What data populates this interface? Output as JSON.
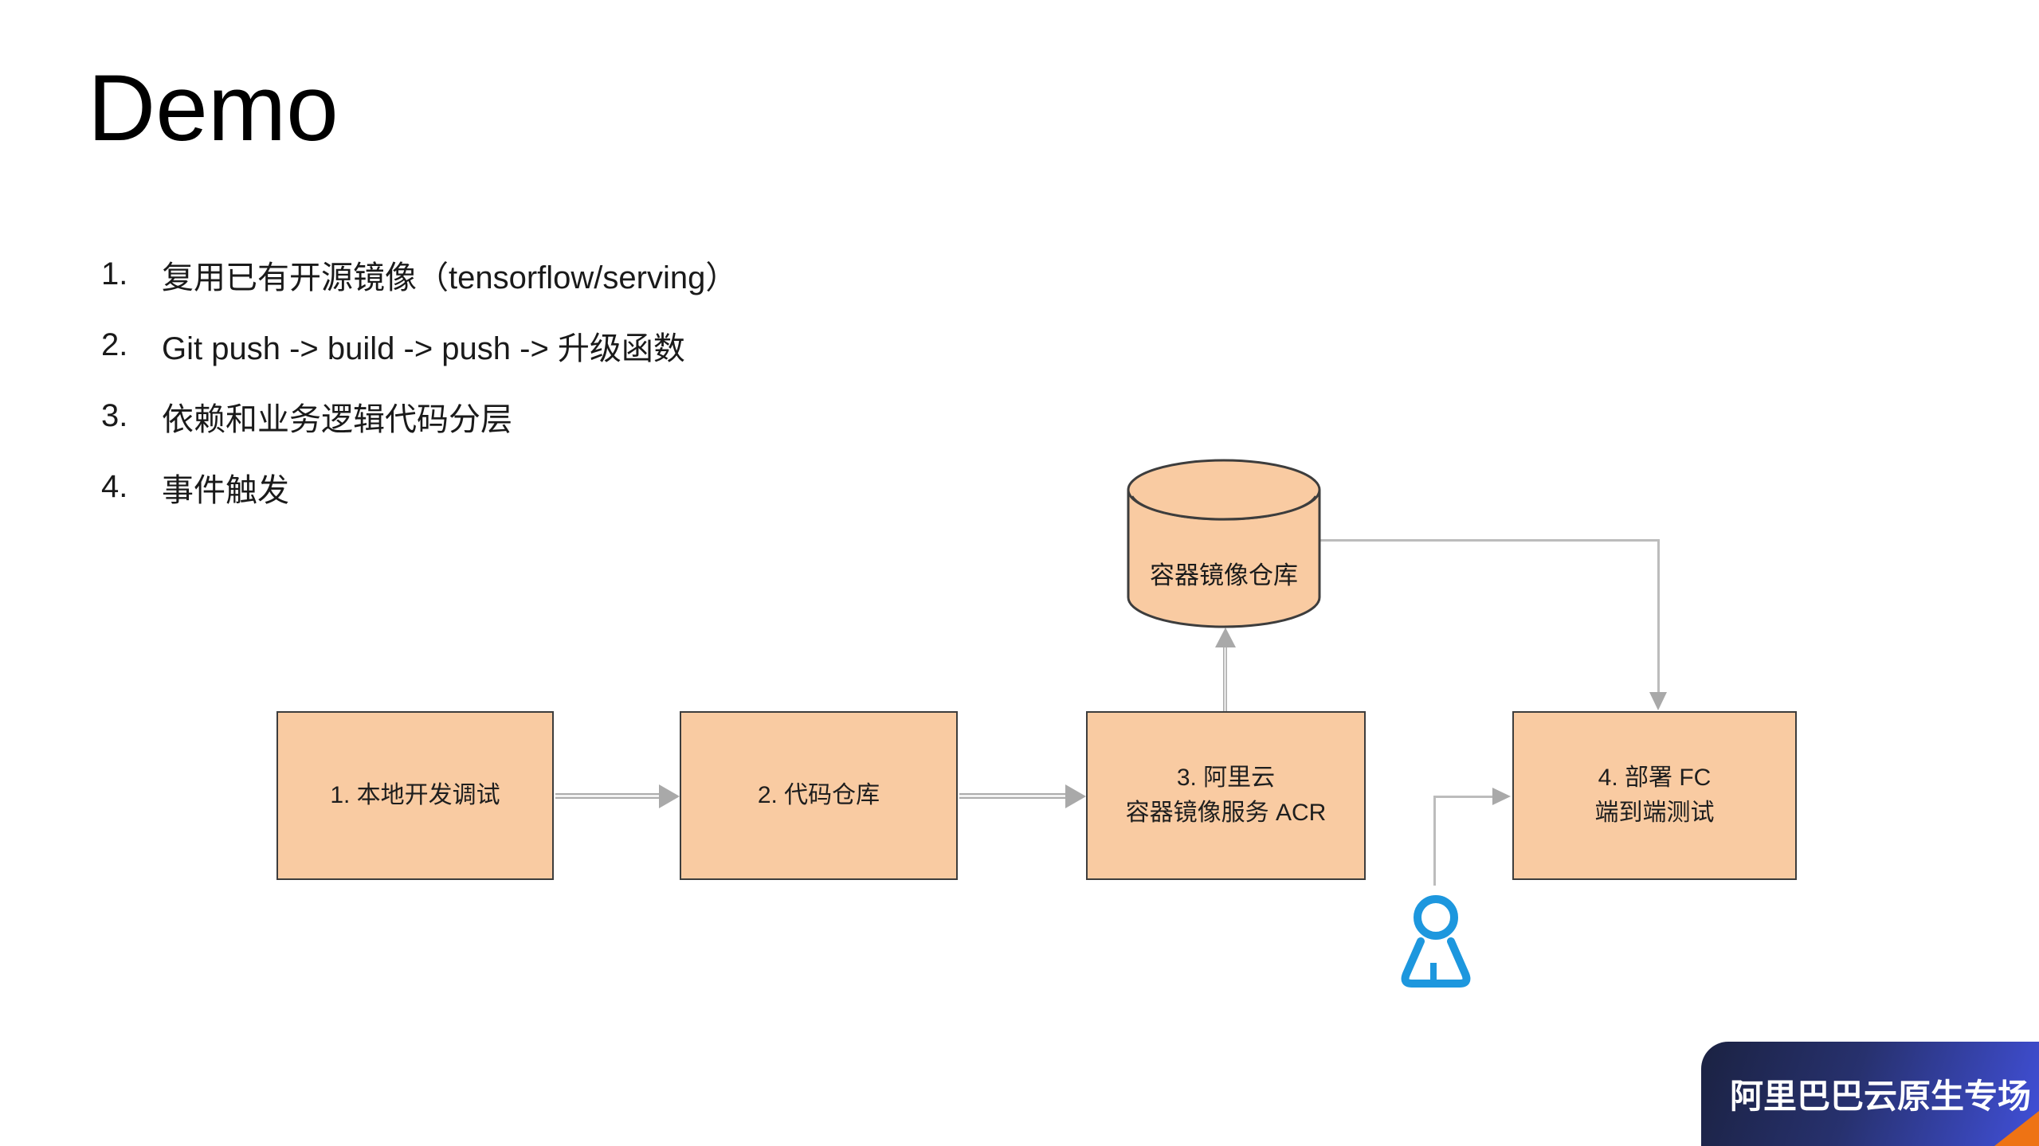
{
  "slide": {
    "title": "Demo",
    "bullets": [
      {
        "num": "1.",
        "text": "复用已有开源镜像（tensorflow/serving）"
      },
      {
        "num": "2.",
        "text": "Git push -> build -> push -> 升级函数"
      },
      {
        "num": "3.",
        "text": "依赖和业务逻辑代码分层"
      },
      {
        "num": "4.",
        "text": "事件触发"
      }
    ]
  },
  "diagram": {
    "nodes": [
      {
        "id": "local-dev",
        "shape": "rect",
        "label": "1. 本地开发调试"
      },
      {
        "id": "code-repo",
        "shape": "rect",
        "label": "2. 代码仓库"
      },
      {
        "id": "acr",
        "shape": "rect",
        "label_line1": "3. 阿里云",
        "label_line2": "容器镜像服务 ACR"
      },
      {
        "id": "deploy-fc",
        "shape": "rect",
        "label_line1": "4. 部署 FC",
        "label_line2": "端到端测试"
      },
      {
        "id": "registry",
        "shape": "cylinder",
        "label": "容器镜像仓库"
      },
      {
        "id": "user",
        "shape": "person-icon",
        "label": ""
      }
    ],
    "edges": [
      {
        "from": "local-dev",
        "to": "code-repo"
      },
      {
        "from": "code-repo",
        "to": "acr"
      },
      {
        "from": "acr",
        "to": "registry"
      },
      {
        "from": "registry",
        "to": "deploy-fc"
      },
      {
        "from": "user",
        "to": "deploy-fc"
      }
    ],
    "colors": {
      "node_fill": "#F9CBA2",
      "node_border": "#3D3D3D",
      "arrow_gray": "#A9A9A9",
      "connector_gray": "#BCBCBC",
      "person_blue": "#1D97DE"
    }
  },
  "footer_banner": {
    "text": "阿里巴巴云原生专场",
    "gradient_start": "#1B2242",
    "gradient_end": "#4150DA",
    "accent_orange": "#EE7314"
  }
}
